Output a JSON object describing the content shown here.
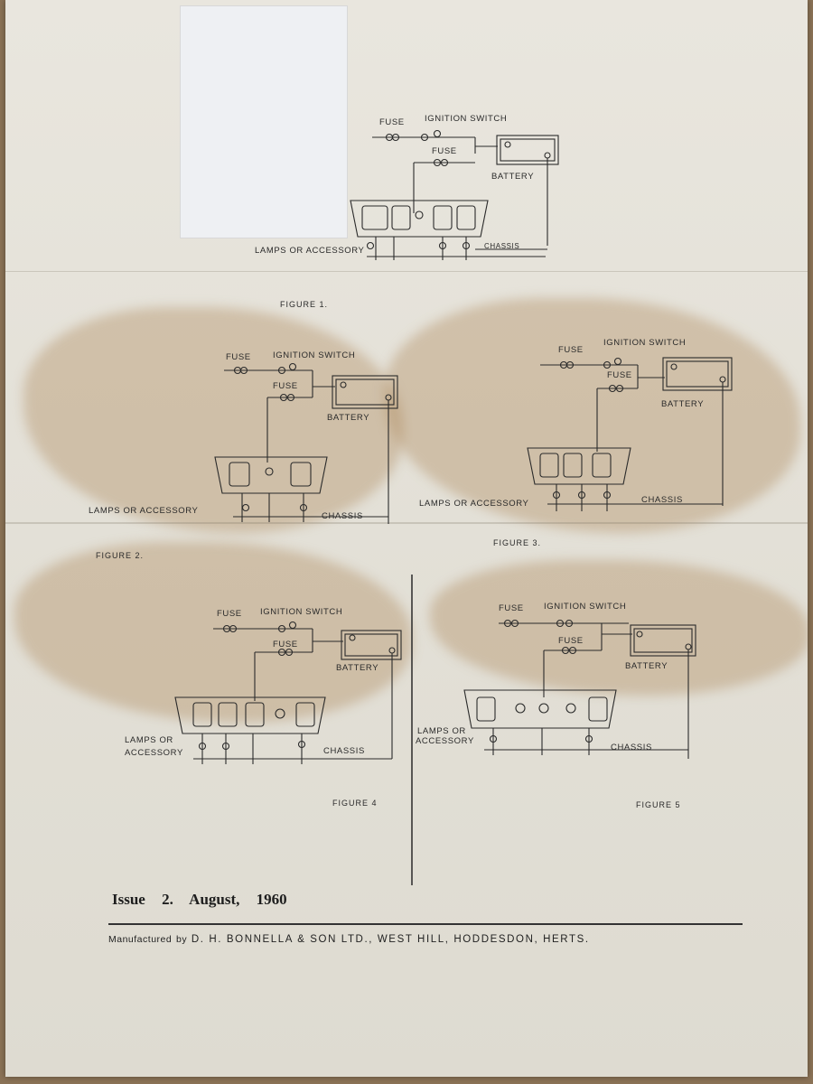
{
  "labels": {
    "fuse": "FUSE",
    "ignition_switch": "IGNITION SWITCH",
    "battery": "BATTERY",
    "chassis": "CHASSIS",
    "lamps_or_accessory": "LAMPS OR ACCESSORY",
    "lamps_or": "LAMPS OR",
    "accessory": "ACCESSORY"
  },
  "figures": [
    "FIGURE 1.",
    "FIGURE 2.",
    "FIGURE 3.",
    "FIGURE 4",
    "FIGURE 5"
  ],
  "footer": {
    "issue": "Issue 2.",
    "date": "August, 1960",
    "manufactured": "Manufactured",
    "by": "by",
    "company": "D. H. BONNELLA & SON LTD., WEST HILL, HODDESDON, HERTS."
  }
}
